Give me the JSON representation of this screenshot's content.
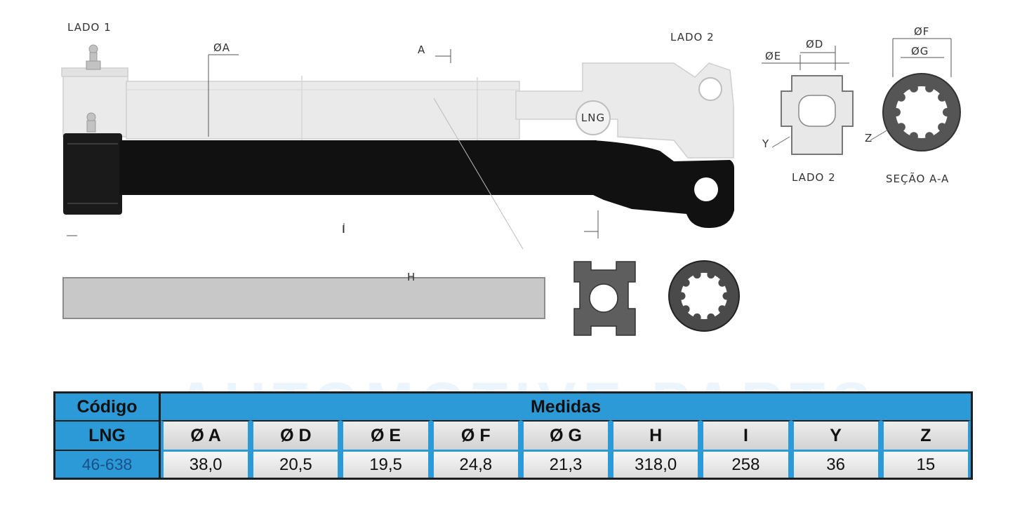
{
  "drawing": {
    "lado1": "LADO 1",
    "lado2_top": "LADO 2",
    "lado2_view": "LADO 2",
    "secao": "SEÇÃO A-A",
    "dim_a": "ØA",
    "section_marker": "A",
    "dim_d": "ØD",
    "dim_e": "ØE",
    "dim_f": "ØF",
    "dim_g": "ØG",
    "dim_i": "I",
    "dim_h": "H",
    "dim_y": "Y",
    "dim_z": "Z",
    "lng_logo": "LNG"
  },
  "watermark": "AUTOMOTIVE PARTS",
  "table": {
    "code_header": "Código",
    "measures_header": "Medidas",
    "brand": "LNG",
    "part_code": "46-638",
    "columns": [
      "Ø A",
      "Ø D",
      "Ø E",
      "Ø F",
      "Ø G",
      "H",
      "I",
      "Y",
      "Z"
    ],
    "values": [
      "38,0",
      "20,5",
      "19,5",
      "24,8",
      "21,3",
      "318,0",
      "258",
      "36",
      "15"
    ]
  },
  "colors": {
    "table_blue": "#2c9ad6",
    "shaft_black": "#111111",
    "ghost_gray": "#e4e4e4",
    "bar_gray": "#c8c8c8"
  }
}
